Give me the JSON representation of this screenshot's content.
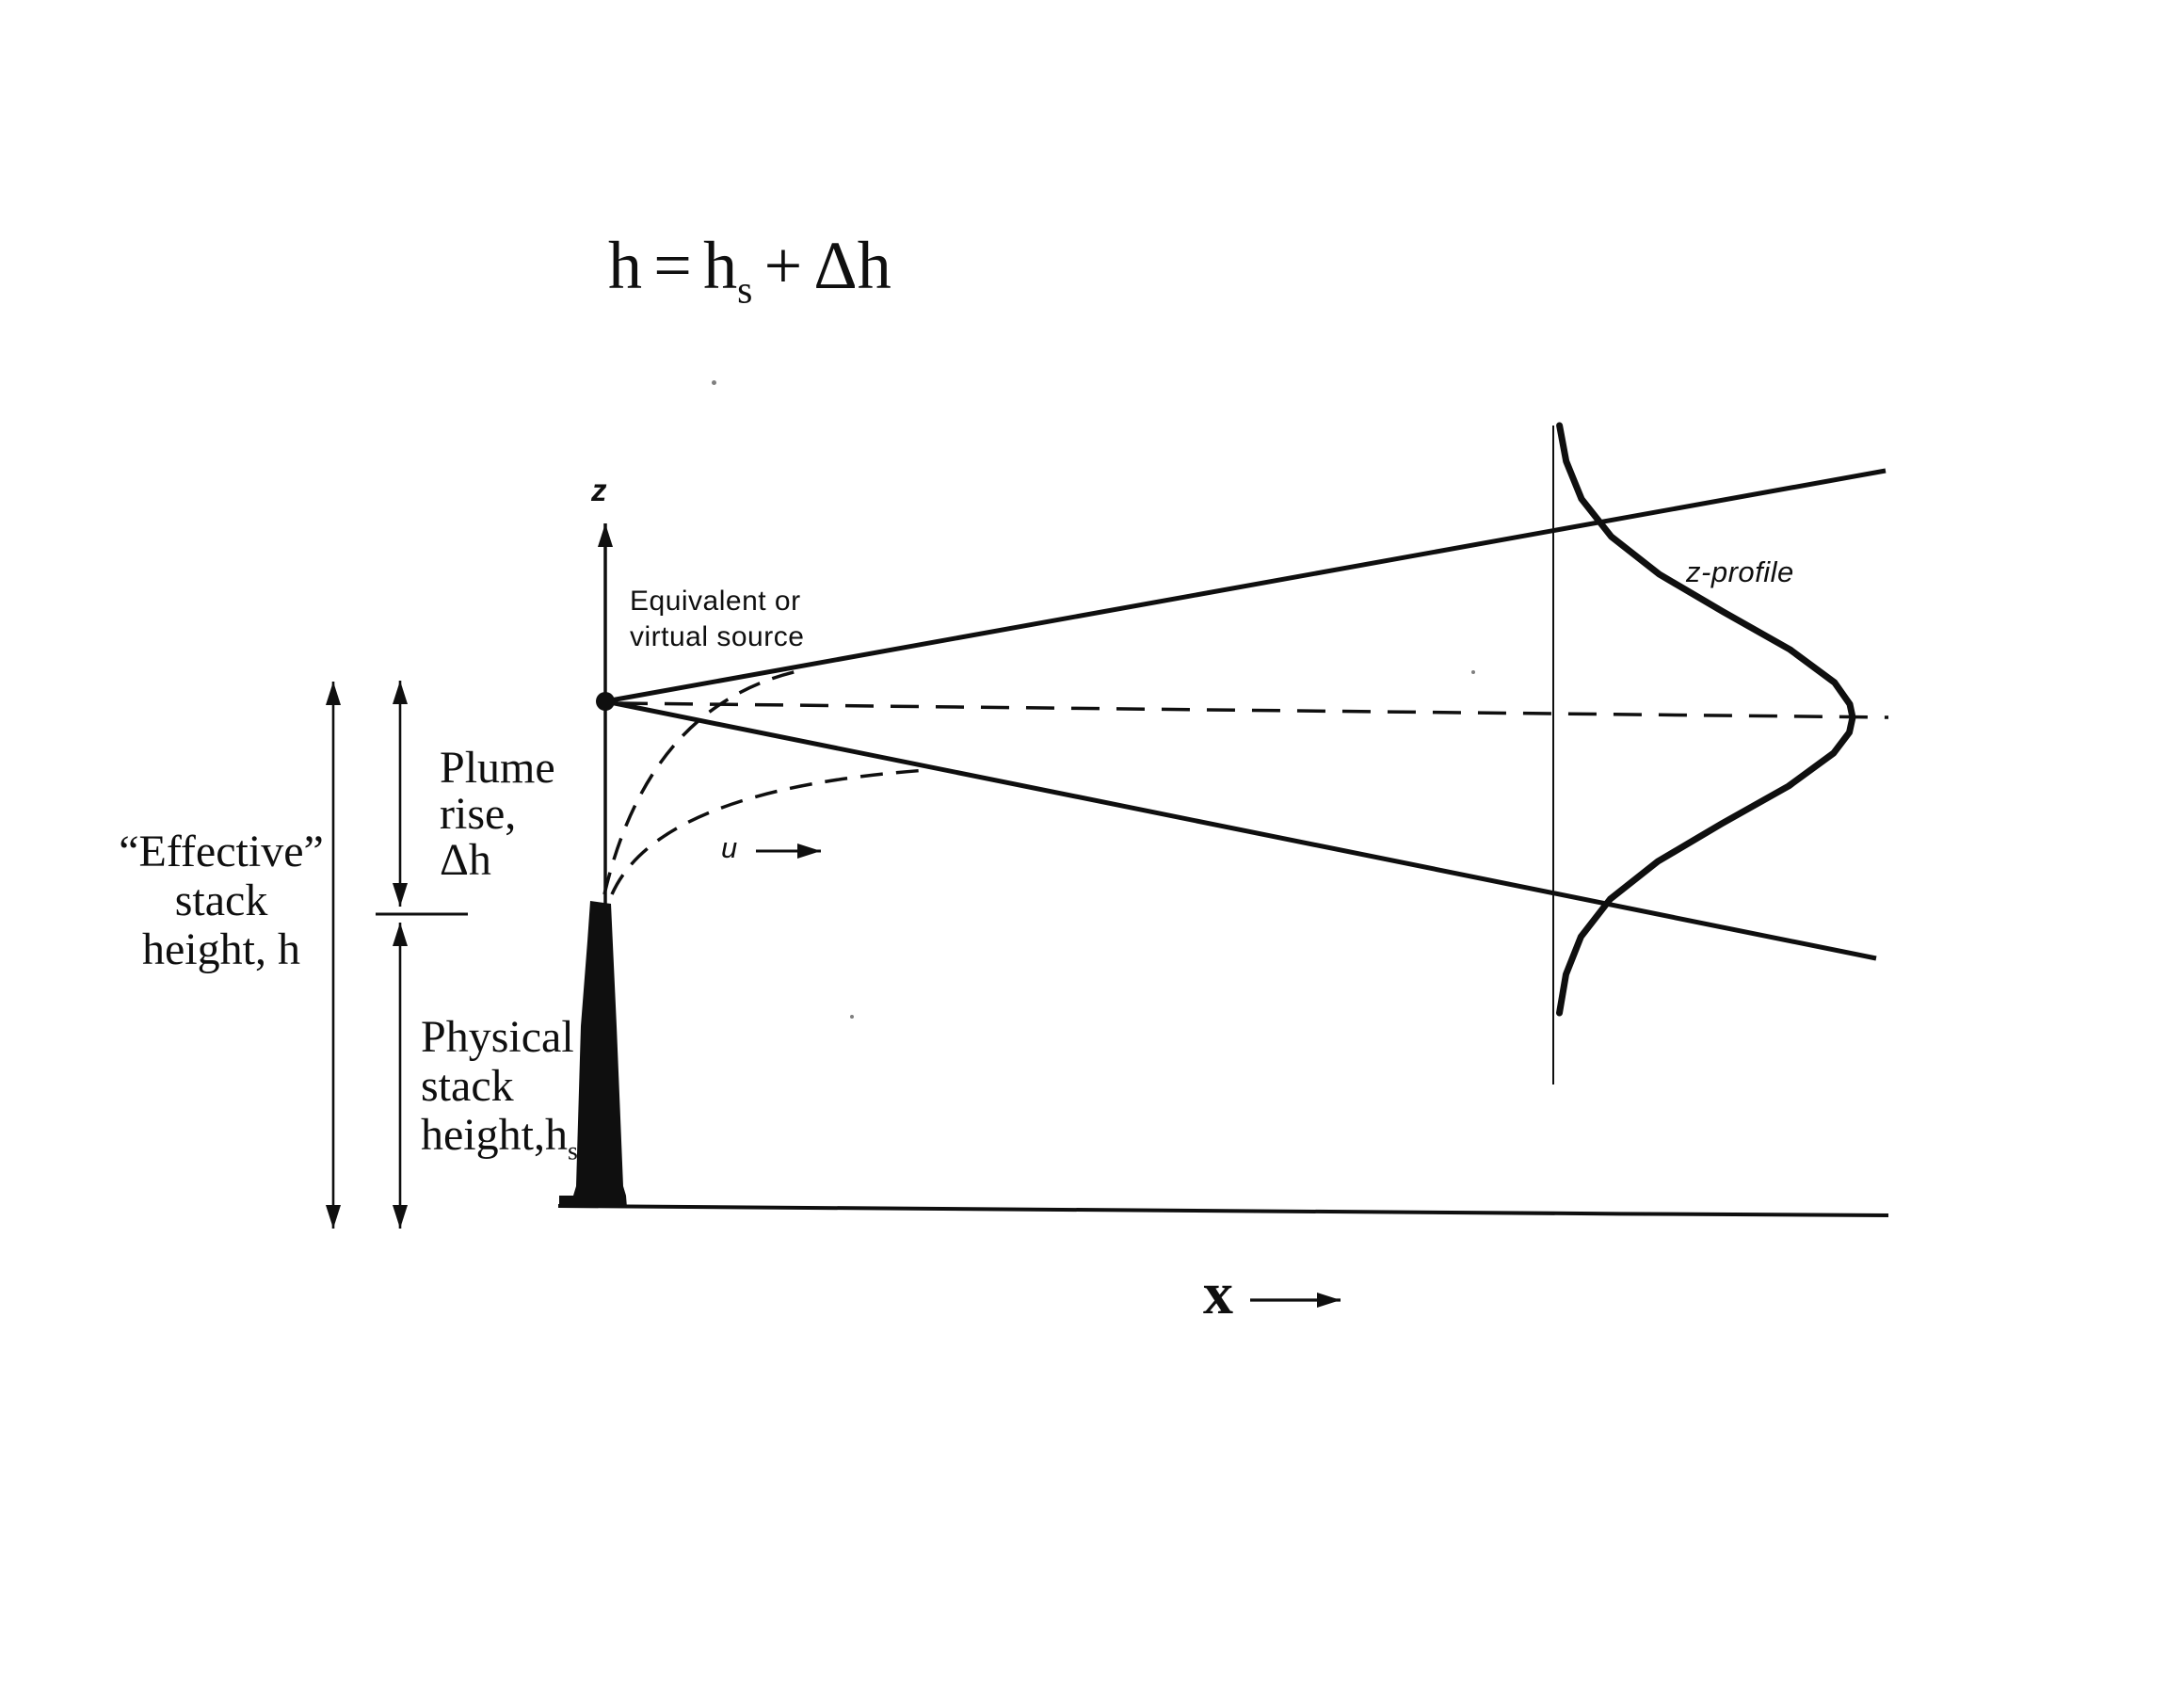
{
  "formula": {
    "lhs": "h",
    "equals": "=",
    "rhs_base": "h",
    "rhs_sub": "s",
    "plus": "+",
    "rhs_tail": "Δh"
  },
  "left_labels": {
    "effective": {
      "line1": "“Effective”",
      "line2": "stack",
      "line3": "height, h"
    },
    "plume_rise": {
      "line1": "Plume",
      "line2": "rise,",
      "line3": "Δh"
    },
    "physical": {
      "line1": "Physical",
      "line2": "stack",
      "line3_base": "height,h",
      "line3_sub": "s"
    }
  },
  "diagram_labels": {
    "z_axis": "z",
    "equivalent_source_line1": "Equivalent or",
    "equivalent_source_line2": "virtual source",
    "wind_speed": "u",
    "z_profile": "z-profile",
    "x_axis": "x"
  },
  "colors": {
    "ink": "#0f0f0f",
    "background": "#ffffff"
  }
}
